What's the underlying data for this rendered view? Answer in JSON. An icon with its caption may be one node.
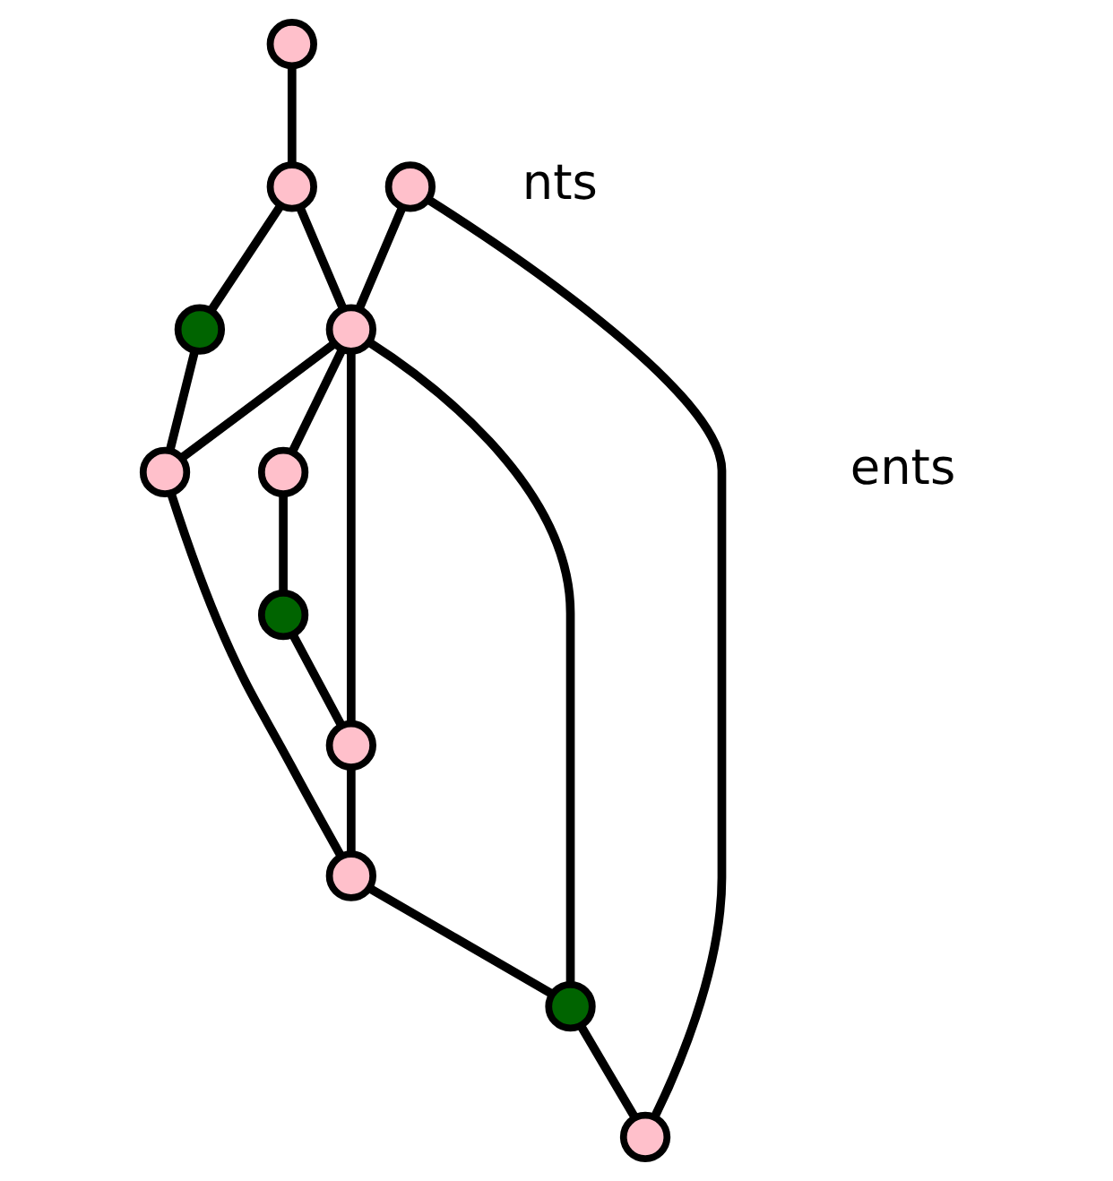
{
  "diagram": {
    "nodes": [
      {
        "text": [],
        "shape": "circle"
      },
      {
        "text": [],
        "shape": "circle"
      },
      {
        "text": [],
        "shape": "circle"
      },
      {
        "text": [],
        "shape": "circle"
      },
      {
        "text": [],
        "shape": "circle"
      },
      {
        "text": [],
        "shape": "circle"
      },
      {
        "text": [],
        "shape": "circle"
      },
      {
        "text": [],
        "shape": "circle"
      },
      {
        "text": [],
        "shape": "circle"
      },
      {
        "text": [],
        "shape": "circle"
      },
      {
        "text": [],
        "shape": "circle"
      },
      {
        "text": [],
        "shape": "circle"
      }
    ],
    "edges": [
      {
        "from": 0,
        "to": 2,
        "arrow": "none"
      },
      {
        "from": 2,
        "to": 4,
        "arrow": "none"
      },
      {
        "from": 2,
        "to": 5,
        "arrow": "none"
      },
      {
        "from": 1,
        "to": 5,
        "arrow": "none"
      },
      {
        "from": 1,
        "to": 7,
        "arrow": "none"
      },
      {
        "from": 5,
        "to": 3,
        "arrow": "none"
      },
      {
        "from": 3,
        "to": 6,
        "arrow": "none"
      },
      {
        "from": 5,
        "to": 8,
        "arrow": "none"
      },
      {
        "from": 6,
        "to": 8,
        "arrow": "none"
      },
      {
        "from": 5,
        "to": 9,
        "arrow": "none"
      },
      {
        "from": 5,
        "to": 10,
        "arrow": "none"
      },
      {
        "from": 4,
        "to": 9,
        "arrow": "none"
      },
      {
        "from": 9,
        "to": 11,
        "arrow": "none"
      },
      {
        "from": 8,
        "to": 11,
        "arrow": "none"
      },
      {
        "from": 11,
        "to": 10,
        "arrow": "none"
      },
      {
        "from": 10,
        "to": 7,
        "arrow": "none"
      }
    ],
    "labels": [
      "nts",
      "ents"
    ]
  }
}
